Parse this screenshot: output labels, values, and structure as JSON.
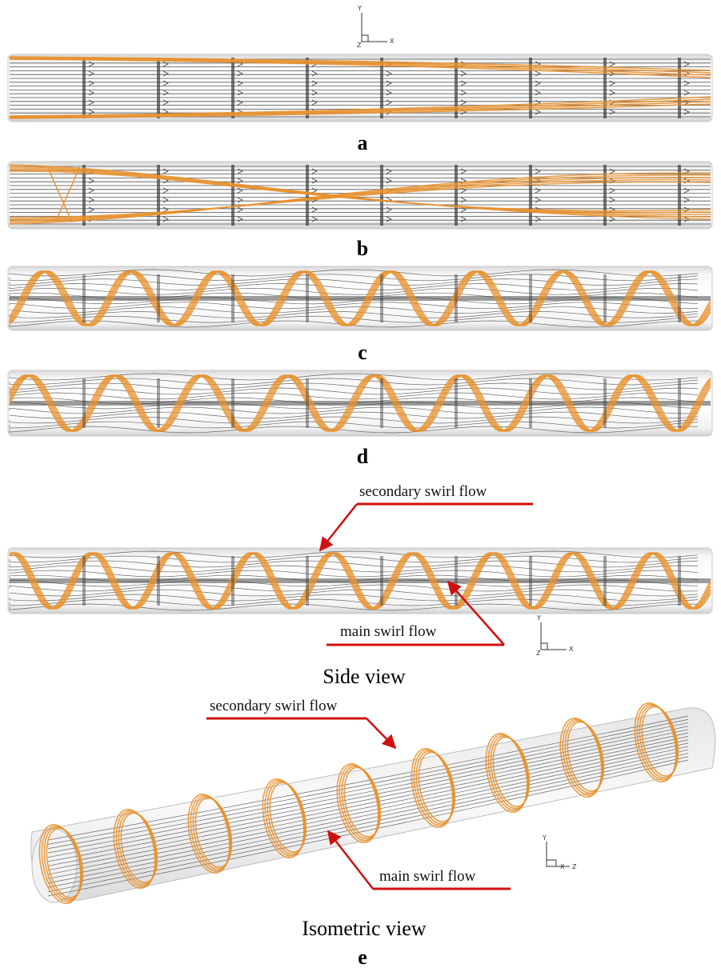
{
  "panels": [
    {
      "letter": "a"
    },
    {
      "letter": "b"
    },
    {
      "letter": "c"
    },
    {
      "letter": "d"
    }
  ],
  "panel_e": {
    "letter": "e",
    "side_view_caption": "Side view",
    "isometric_caption": "Isometric view",
    "side_annotations": {
      "secondary": "secondary swirl flow",
      "main": "main swirl flow"
    },
    "iso_annotations": {
      "secondary": "secondary swirl flow",
      "main": "main swirl flow"
    }
  },
  "axes": {
    "top": {
      "y": "Y",
      "x": "X",
      "z": "Z"
    },
    "side": {
      "y": "Y",
      "x": "X",
      "z": "Z"
    },
    "iso": {
      "y": "Y",
      "x": "X",
      "z": "Z"
    }
  },
  "colors": {
    "streamline_dark": "#3a3a3a",
    "streamline_orange": "#e8902c",
    "tube_fill": "#efefef",
    "annotation_red": "#d01010"
  }
}
